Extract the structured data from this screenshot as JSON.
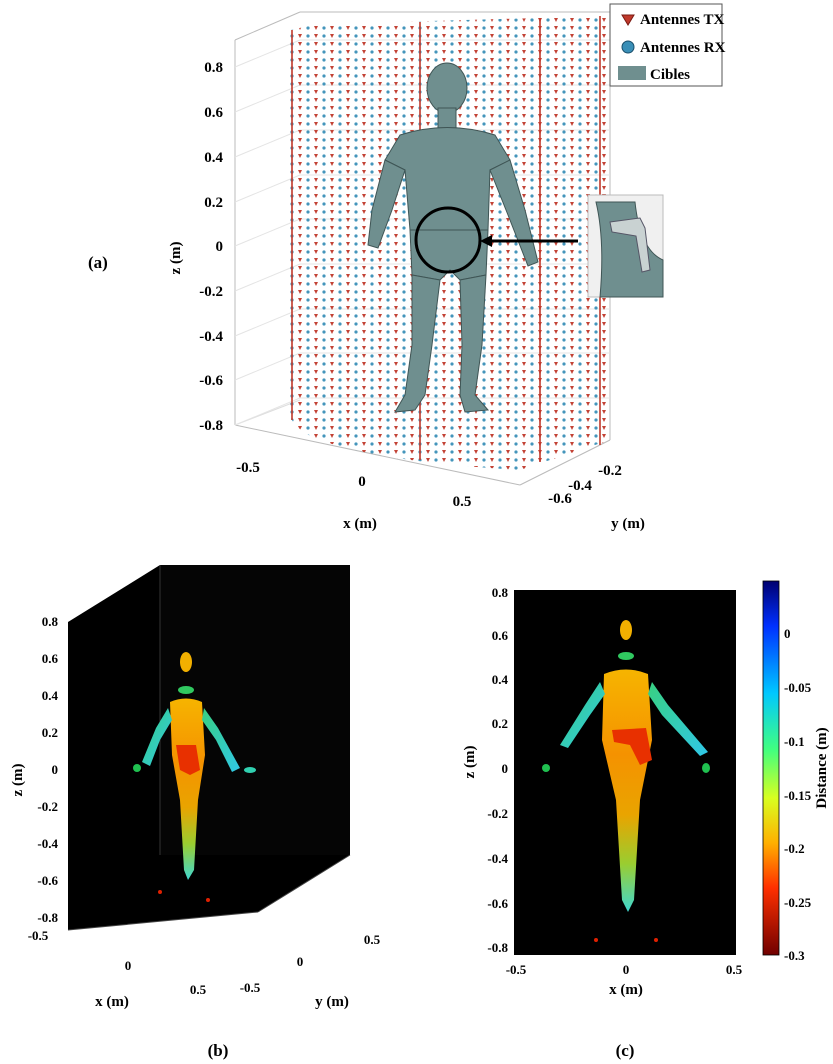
{
  "panel_a": {
    "label": "(a)",
    "z_label": "z (m)",
    "x_label": "x (m)",
    "y_label": "y (m)",
    "z_ticks": [
      "0.8",
      "0.6",
      "0.4",
      "0.2",
      "0",
      "-0.2",
      "-0.4",
      "-0.6",
      "-0.8"
    ],
    "x_ticks": [
      "-0.5",
      "0",
      "0.5"
    ],
    "y_ticks": [
      "-0.2",
      "-0.4",
      "-0.6"
    ],
    "legend": {
      "tx": "Antennes TX",
      "rx": "Antennes RX",
      "target": "Cibles"
    },
    "colors": {
      "tx": "#c0392b",
      "rx": "#3a8fb7",
      "target": "#6f8f8f"
    }
  },
  "panel_b": {
    "label": "(b)",
    "z_label": "z (m)",
    "x_label": "x (m)",
    "y_label": "y (m)",
    "z_ticks": [
      "0.8",
      "0.6",
      "0.4",
      "0.2",
      "0",
      "-0.2",
      "-0.4",
      "-0.6",
      "-0.8",
      "-0.5"
    ],
    "x_ticks": [
      "0",
      "0.5"
    ],
    "y_ticks": [
      "0.5",
      "0",
      "-0.5"
    ]
  },
  "panel_c": {
    "label": "(c)",
    "z_label": "z (m)",
    "x_label": "x (m)",
    "z_ticks": [
      "0.8",
      "0.6",
      "0.4",
      "0.2",
      "0",
      "-0.2",
      "-0.4",
      "-0.6",
      "-0.8"
    ],
    "x_ticks": [
      "-0.5",
      "0",
      "0.5"
    ],
    "colorbar_label": "Distance (m)",
    "colorbar_ticks": [
      "0",
      "-0.05",
      "-0.1",
      "-0.15",
      "-0.2",
      "-0.25",
      "-0.3"
    ]
  }
}
